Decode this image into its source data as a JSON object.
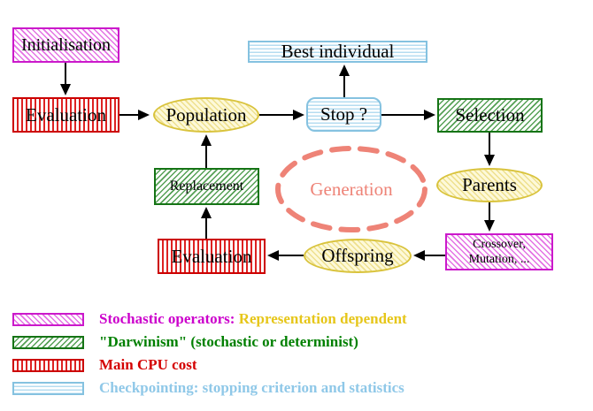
{
  "diagram": {
    "title": "Evolutionary algorithm generation loop",
    "nodes": {
      "initialisation": {
        "label": "Initialisation",
        "style": "magenta-diagonal-hatch"
      },
      "evaluation_top": {
        "label": "Evaluation",
        "style": "red-vertical-hatch"
      },
      "population": {
        "label": "Population",
        "style": "yellow-ellipse"
      },
      "best_individual": {
        "label": "Best individual",
        "style": "blue-horizontal-hatch"
      },
      "stop": {
        "label": "Stop ?",
        "style": "blue-horizontal-hatch-rounded"
      },
      "selection": {
        "label": "Selection",
        "style": "green-diagonal-hatch"
      },
      "parents": {
        "label": "Parents",
        "style": "yellow-ellipse"
      },
      "crossover_mutation": {
        "label_line1": "Crossover,",
        "label_line2": "Mutation, ...",
        "style": "magenta-diagonal-hatch"
      },
      "offspring": {
        "label": "Offspring",
        "style": "yellow-ellipse"
      },
      "evaluation_bottom": {
        "label": "Evaluation",
        "style": "red-vertical-hatch"
      },
      "replacement": {
        "label": "Replacement",
        "style": "green-diagonal-hatch"
      },
      "generation": {
        "label": "Generation",
        "style": "salmon-dashed-ellipse"
      }
    },
    "edges": [
      "initialisation -> evaluation_top",
      "evaluation_top -> population",
      "population -> stop",
      "stop -> best_individual",
      "stop -> selection",
      "selection -> parents",
      "parents -> crossover_mutation",
      "crossover_mutation -> offspring",
      "offspring -> evaluation_bottom",
      "evaluation_bottom -> replacement",
      "replacement -> population"
    ],
    "colors": {
      "magenta": "#cc00cc",
      "green": "#157415",
      "red": "#cc0000",
      "light_blue": "#85c2e0",
      "yellow_border": "#d9c33c",
      "yellow_fill": "#fdf9d9",
      "salmon": "#ee8377",
      "text": "#000000"
    }
  },
  "legend": {
    "items": [
      {
        "swatch": "magenta-diagonal-hatch",
        "label": "Stochastic operators:",
        "label_extra": "Representation dependent"
      },
      {
        "swatch": "green-diagonal-hatch",
        "label": "\"Darwinism\" (stochastic or determinist)",
        "label_extra": ""
      },
      {
        "swatch": "red-vertical-hatch",
        "label": "Main CPU cost",
        "label_extra": ""
      },
      {
        "swatch": "blue-horizontal-hatch",
        "label": "Checkpointing: stopping criterion and statistics",
        "label_extra": ""
      }
    ]
  }
}
